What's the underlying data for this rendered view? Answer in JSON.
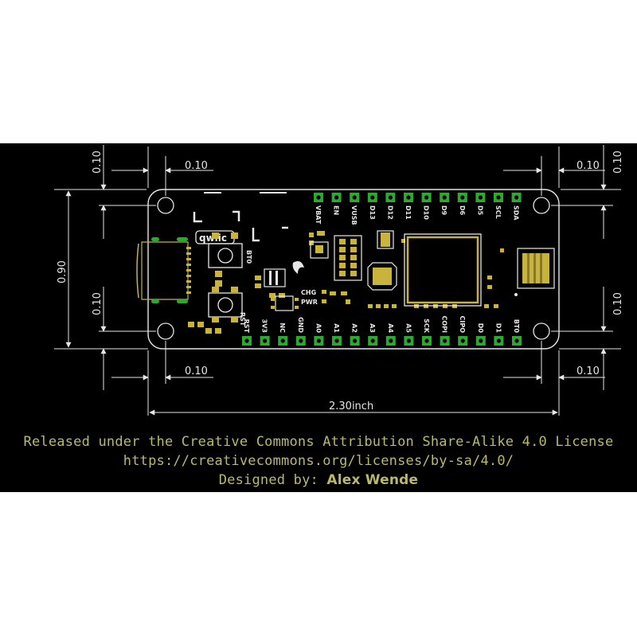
{
  "dimensions": {
    "top_left_h": "0.10",
    "top_right_h": "0.10",
    "bottom_left_h": "0.10",
    "bottom_right_h": "0.10",
    "left_top_v": "0.10",
    "right_top_v": "0.10",
    "left_bottom_v": "0.10",
    "right_bottom_v": "0.10",
    "height": "0.90",
    "width": "2.30inch"
  },
  "board": {
    "top_pins": [
      "VBAT",
      "EN",
      "VUSB",
      "D13",
      "D12",
      "D11",
      "D10",
      "D9",
      "D6",
      "D5",
      "SCL",
      "SDA"
    ],
    "bottom_pins": [
      "RST",
      "3V3",
      "NC",
      "GND",
      "A0",
      "A1",
      "A2",
      "A3",
      "A4",
      "A5",
      "SCK",
      "COPI",
      "CIPO",
      "D0",
      "D1",
      "BT0"
    ],
    "qwiic_label": "qwiic",
    "bt0_label": "BT0",
    "rst_label": "RST",
    "chg_label": "CHG",
    "pwr_label": "PWR"
  },
  "license": {
    "line1": "Released under the Creative Commons Attribution Share-Alike 4.0 License",
    "line2": "https://creativecommons.org/licenses/by-sa/4.0/",
    "designed_prefix": "Designed by:",
    "designer": "Alex Wende"
  },
  "colors": {
    "background": "#000000",
    "silkscreen": "#e8e8e8",
    "pad_green": "#2fa82f",
    "pad_gold": "#c8b43c",
    "license_text": "#b9b96a"
  }
}
